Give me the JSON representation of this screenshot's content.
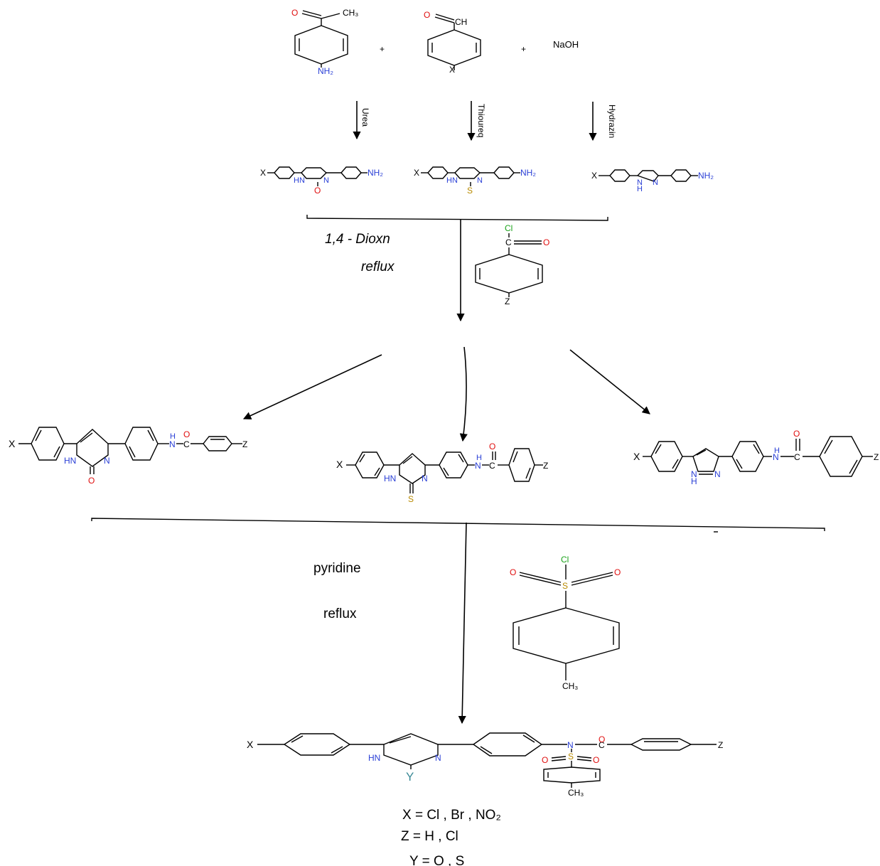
{
  "reagents_top": {
    "plus1": "+",
    "plus2": "+",
    "naoh": "NaOH",
    "r1_o": "O",
    "r1_ch3": "CH₃",
    "r1_nh2": "NH₂",
    "r2_o": "O",
    "r2_ch": "CH",
    "r2_x": "X"
  },
  "step1": {
    "urea": "Urea",
    "thiourea": "Thioureq",
    "hydrazin": "Hydrazin"
  },
  "intermediates": {
    "x": "X",
    "nh2": "NH₂",
    "hn": "HN",
    "n": "N",
    "o": "O",
    "s": "S",
    "nh": "N",
    "h": "H"
  },
  "step2": {
    "solvent": "1,4 - Dioxn",
    "condition": "reflux",
    "acyl_cl": "Cl",
    "acyl_c": "C",
    "acyl_o": "O",
    "acyl_z": "Z"
  },
  "amides": {
    "x": "X",
    "z": "Z",
    "hn": "HN",
    "n": "N",
    "h": "H",
    "c": "C",
    "o": "O",
    "s": "S"
  },
  "step3": {
    "solvent": "pyridine",
    "condition": "reflux",
    "cl": "Cl",
    "o": "O",
    "s": "S",
    "ch3": "CH₃"
  },
  "final": {
    "x": "X",
    "z": "Z",
    "hn": "HN",
    "n": "N",
    "c": "C",
    "o": "O",
    "s": "S",
    "y": "Y",
    "ch3": "CH₃"
  },
  "legend": {
    "x_line": "X = Cl , Br , NO₂",
    "z_line": "Z = H , Cl",
    "y_line": "Y = O , S"
  }
}
